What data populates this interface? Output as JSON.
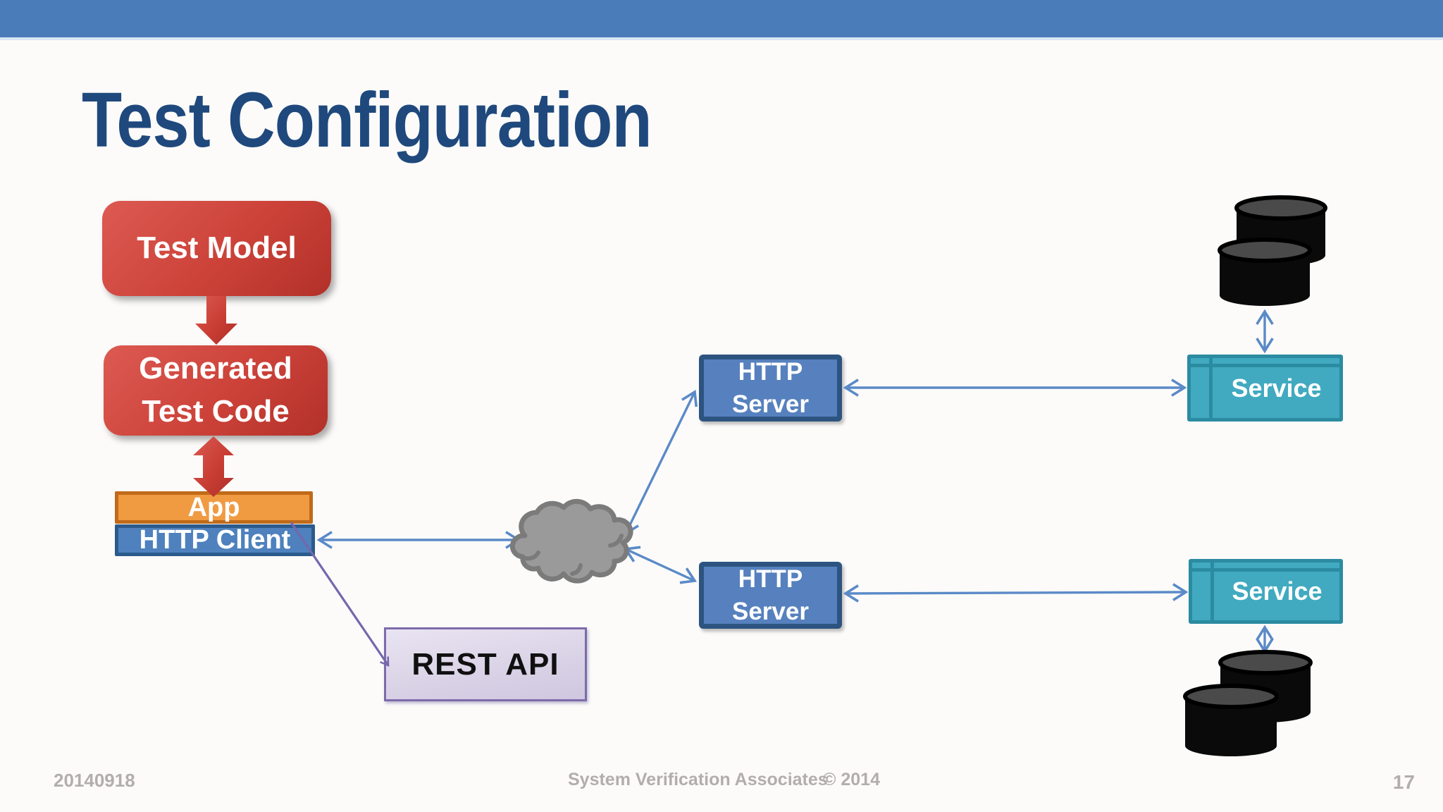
{
  "slide": {
    "title": "Test Configuration",
    "footer": {
      "date": "20140918",
      "company": "System Verification Associates",
      "copyright": "© 2014",
      "page_number": "17"
    }
  },
  "nodes": {
    "test_model": {
      "label": "Test Model"
    },
    "generated_test_code": {
      "line1": "Generated",
      "line2": "Test Code"
    },
    "app": {
      "label": "App"
    },
    "http_client": {
      "label": "HTTP Client"
    },
    "http_server_top": {
      "line1": "HTTP",
      "line2": "Server"
    },
    "http_server_bottom": {
      "line1": "HTTP",
      "line2": "Server"
    },
    "service_top": {
      "label": "Service"
    },
    "service_bottom": {
      "label": "Service"
    },
    "rest_api": {
      "label": "REST API"
    }
  },
  "icons": {
    "cloud": "network-cloud",
    "database_top": "database-stack",
    "database_bottom": "database-stack"
  },
  "colors": {
    "top_bar": "#4A7CBA",
    "title_text": "#1F497D",
    "red_node_light": "#DC5A52",
    "red_node_dark": "#B23129",
    "app_fill": "#F09B42",
    "app_border": "#C06A1A",
    "http_client_fill": "#4E81BD",
    "http_client_border": "#2B5A8C",
    "http_server_fill": "#5681BE",
    "http_server_border": "#2D5480",
    "service_fill": "#41AAC0",
    "service_border": "#2B8BA1",
    "rest_api_fill": "#DCD6E8",
    "rest_api_border": "#7E6BAA",
    "connector_blue": "#5B8AC7",
    "connector_purple": "#7468AE",
    "cloud_fill": "#9A9A9A",
    "cloud_stroke": "#7B7B7B",
    "database_fill": "#0A0A0A",
    "database_top_ellipse": "#4A4A4A",
    "footer_text": "#B2ADAE"
  }
}
